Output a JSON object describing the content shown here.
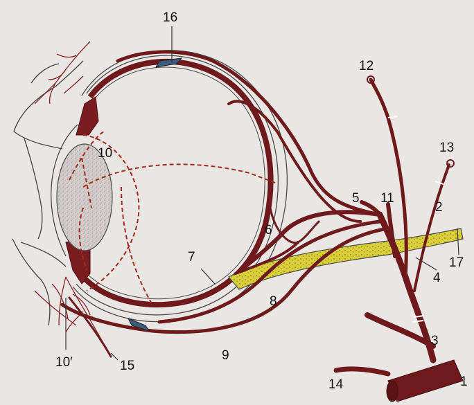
{
  "labels": {
    "l1": "1",
    "l2": "2",
    "l3": "3",
    "l4": "4",
    "l5": "5",
    "l6": "6",
    "l7": "7",
    "l8": "8",
    "l9": "9",
    "l10": "10",
    "l10p": "10′",
    "l11": "11",
    "l12": "12",
    "l13": "13",
    "l14": "14",
    "l15": "15",
    "l16": "16",
    "l17": "17"
  },
  "colors": {
    "background": "#e9e6e4",
    "vessel": "#6e1a1c",
    "vessel_light": "#8a2326",
    "optic_nerve": "#d9cf3a",
    "lens_fill": "#cfcac8",
    "outline": "#4a4a4a",
    "guide_dashed": "#a32a1c",
    "stitch": "#ffffff"
  }
}
